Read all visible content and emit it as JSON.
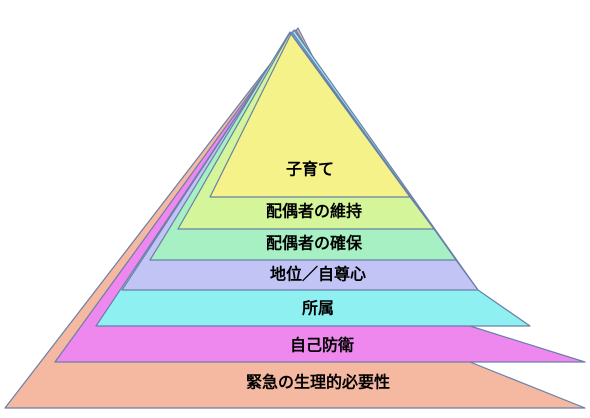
{
  "pyramid": {
    "levels": [
      {
        "label": "緊急の生理的必要性",
        "color": "#f5b8a0"
      },
      {
        "label": "自己防衛",
        "color": "#ee88ee"
      },
      {
        "label": "所属",
        "color": "#8ef0f0"
      },
      {
        "label": "地位／自尊心",
        "color": "#c2c4f5"
      },
      {
        "label": "配偶者の確保",
        "color": "#a6f0c4"
      },
      {
        "label": "配偶者の維持",
        "color": "#d4f59a"
      },
      {
        "label": "子育て",
        "color": "#f5f28a"
      }
    ],
    "outline_color": "#6a7fa8"
  }
}
